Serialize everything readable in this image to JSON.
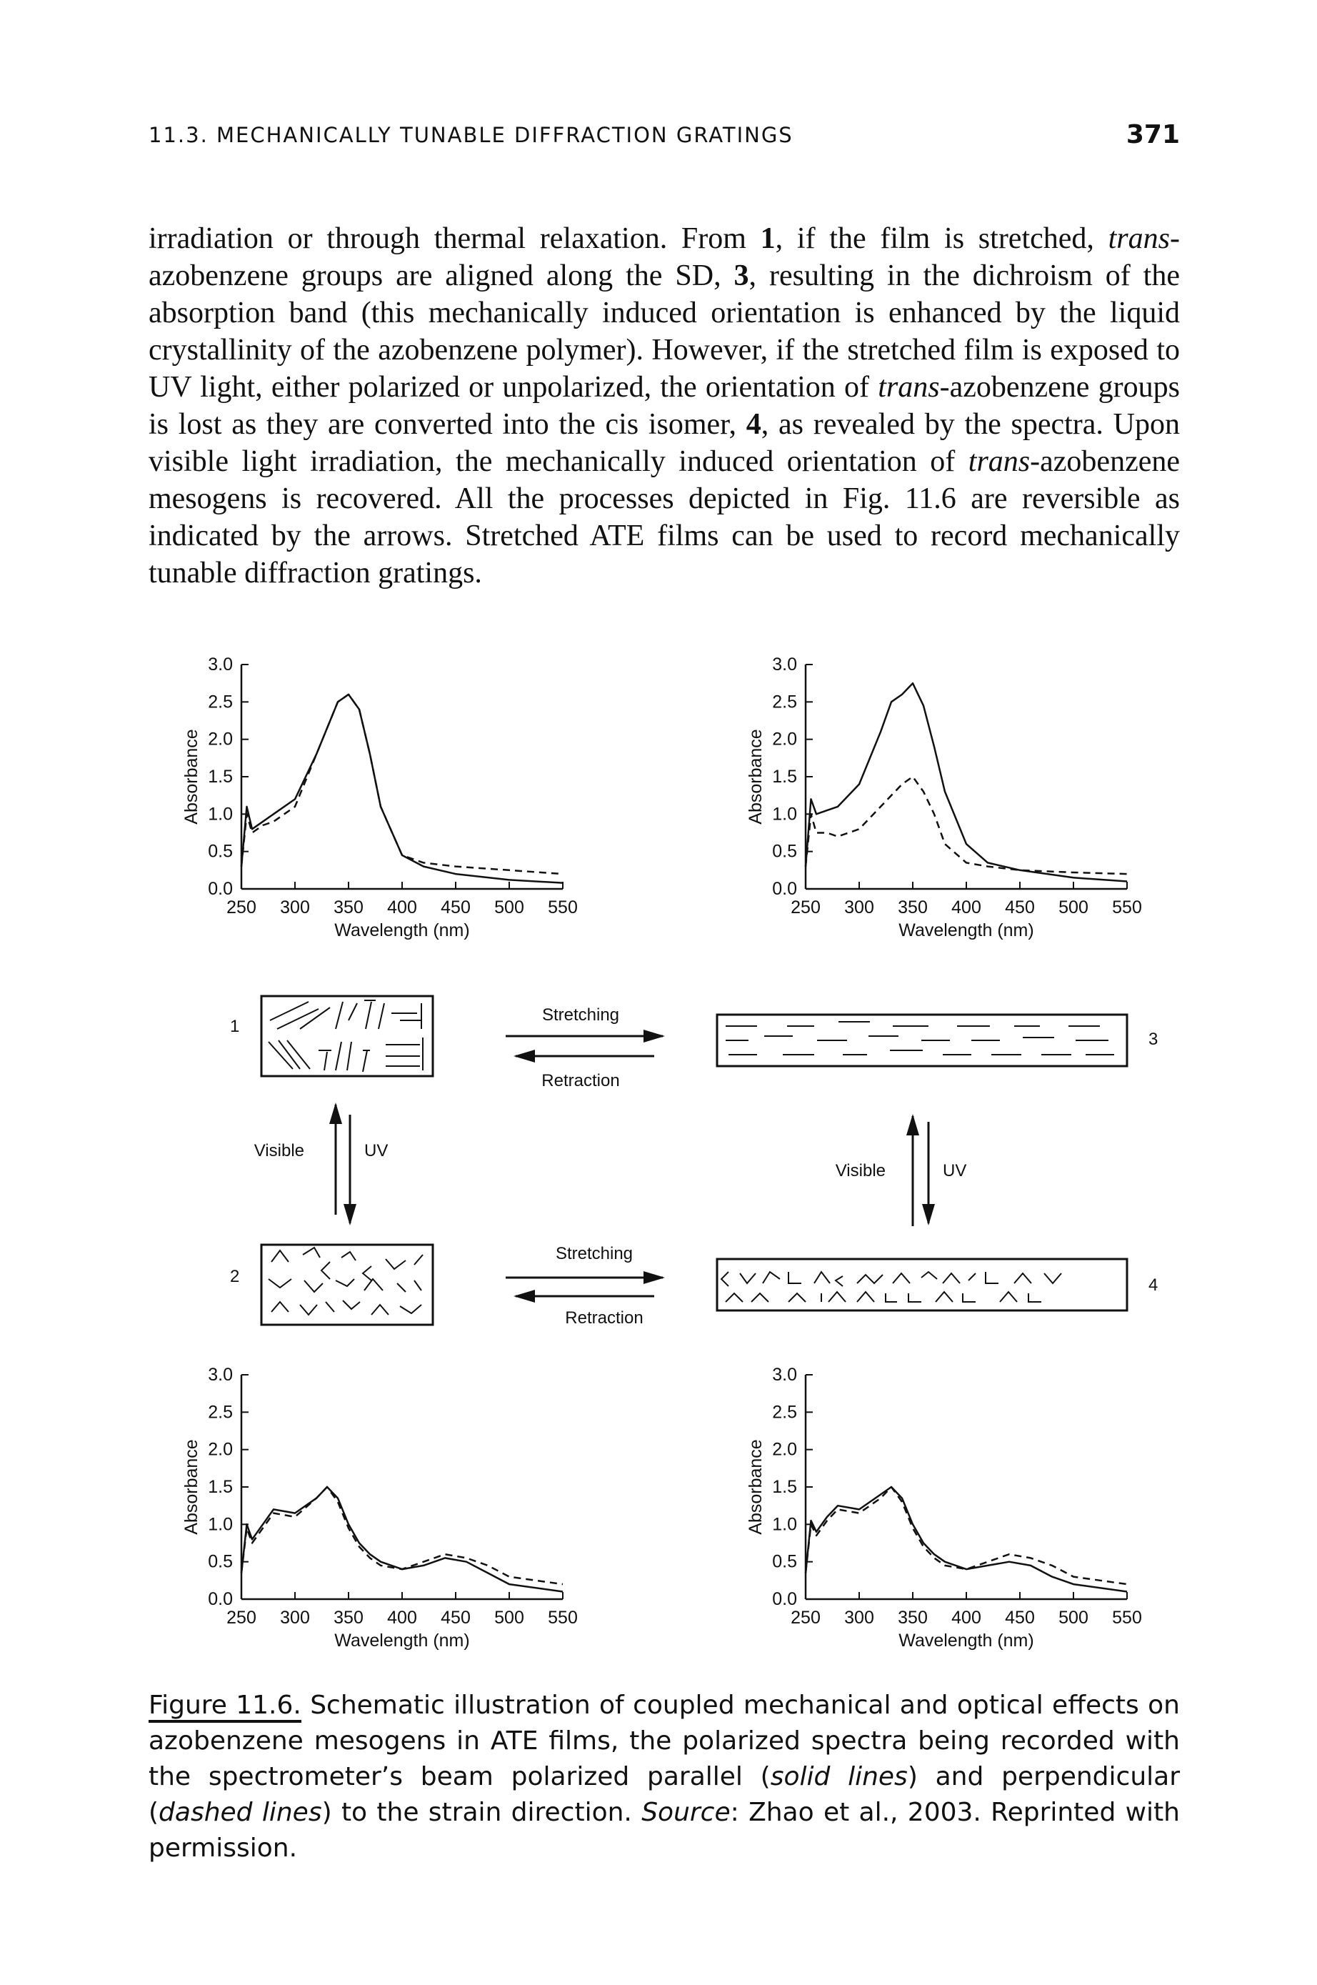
{
  "header": {
    "running_head": "11.3. MECHANICALLY TUNABLE DIFFRACTION GRATINGS",
    "page_number": "371"
  },
  "body": {
    "p1": "irradiation or through thermal relaxation. From ",
    "ref1": "1",
    "p2": ", if the film is stretched, ",
    "trans1": "trans",
    "p3": "-azobenzene groups are aligned along the SD, ",
    "ref3": "3",
    "p4": ", resulting in the dichroism of the absorption band (this mechanically induced orientation is enhanced by the liquid crystallinity of the azobenzene polymer). However, if the stretched film is exposed to UV light, either polarized or unpolarized, the orientation of ",
    "trans2": "trans",
    "p5": "-azobenzene groups is lost as they are converted into the cis isomer, ",
    "ref4": "4",
    "p6": ", as revealed by the spectra. Upon visible light irradiation, the mechanically induced orientation of ",
    "trans3": "trans",
    "p7": "-azobenzene mesogens is recovered. All the processes depicted in Fig. 11.6 are reversible as indicated by the arrows. Stretched ATE films can be used to record mechanically tunable diffraction gratings."
  },
  "figure": {
    "axis": {
      "ylabel": "Absorbance",
      "xlabel": "Wavelength (nm)",
      "yticks": [
        "3.0",
        "2.5",
        "2.0",
        "1.5",
        "1.0",
        "0.5",
        "0.0"
      ],
      "xticks": [
        "250",
        "300",
        "350",
        "400",
        "450",
        "500",
        "550"
      ]
    },
    "labels": {
      "stretching": "Stretching",
      "retraction": "Retraction",
      "visible": "Visible",
      "uv": "UV",
      "state1": "1",
      "state2": "2",
      "state3": "3",
      "state4": "4"
    }
  },
  "chart_data": [
    {
      "type": "line",
      "panel": "top-left",
      "xlabel": "Wavelength (nm)",
      "ylabel": "Absorbance",
      "xlim": [
        250,
        550
      ],
      "ylim": [
        0,
        3.0
      ],
      "series": [
        {
          "style": "solid",
          "x": [
            250,
            255,
            260,
            270,
            280,
            300,
            320,
            340,
            350,
            360,
            370,
            380,
            400,
            420,
            450,
            500,
            550
          ],
          "y": [
            0.3,
            1.1,
            0.8,
            0.9,
            1.0,
            1.2,
            1.8,
            2.5,
            2.6,
            2.4,
            1.8,
            1.1,
            0.45,
            0.3,
            0.2,
            0.12,
            0.08
          ]
        },
        {
          "style": "dashed",
          "x": [
            250,
            255,
            260,
            270,
            280,
            300,
            320,
            340,
            350,
            360,
            370,
            380,
            400,
            420,
            450,
            500,
            550
          ],
          "y": [
            0.3,
            1.0,
            0.75,
            0.85,
            0.9,
            1.1,
            1.8,
            2.5,
            2.6,
            2.4,
            1.8,
            1.1,
            0.45,
            0.35,
            0.3,
            0.25,
            0.2
          ]
        }
      ]
    },
    {
      "type": "line",
      "panel": "top-right",
      "xlabel": "Wavelength (nm)",
      "ylabel": "Absorbance",
      "xlim": [
        250,
        550
      ],
      "ylim": [
        0,
        3.0
      ],
      "series": [
        {
          "style": "solid",
          "x": [
            250,
            255,
            260,
            270,
            280,
            300,
            320,
            330,
            340,
            350,
            355,
            360,
            370,
            380,
            400,
            420,
            450,
            500,
            550
          ],
          "y": [
            0.3,
            1.2,
            1.0,
            1.05,
            1.1,
            1.4,
            2.1,
            2.5,
            2.6,
            2.75,
            2.6,
            2.45,
            1.9,
            1.3,
            0.6,
            0.35,
            0.25,
            0.15,
            0.1
          ]
        },
        {
          "style": "dashed",
          "x": [
            250,
            255,
            260,
            270,
            280,
            300,
            320,
            340,
            350,
            360,
            370,
            380,
            400,
            420,
            450,
            500,
            550
          ],
          "y": [
            0.3,
            1.0,
            0.75,
            0.75,
            0.7,
            0.8,
            1.1,
            1.4,
            1.5,
            1.3,
            1.0,
            0.6,
            0.35,
            0.3,
            0.25,
            0.22,
            0.2
          ]
        }
      ]
    },
    {
      "type": "line",
      "panel": "bottom-left",
      "xlabel": "Wavelength (nm)",
      "ylabel": "Absorbance",
      "xlim": [
        250,
        550
      ],
      "ylim": [
        0,
        3.0
      ],
      "series": [
        {
          "style": "solid",
          "x": [
            250,
            255,
            260,
            270,
            280,
            300,
            320,
            330,
            340,
            350,
            360,
            370,
            380,
            400,
            420,
            440,
            460,
            480,
            500,
            550
          ],
          "y": [
            0.35,
            1.0,
            0.8,
            1.0,
            1.2,
            1.15,
            1.35,
            1.5,
            1.35,
            1.0,
            0.75,
            0.6,
            0.5,
            0.4,
            0.45,
            0.55,
            0.5,
            0.35,
            0.2,
            0.1
          ]
        },
        {
          "style": "dashed",
          "x": [
            250,
            255,
            260,
            270,
            280,
            300,
            320,
            330,
            340,
            350,
            360,
            370,
            380,
            400,
            420,
            440,
            460,
            480,
            500,
            550
          ],
          "y": [
            0.35,
            0.95,
            0.75,
            0.95,
            1.15,
            1.1,
            1.35,
            1.5,
            1.3,
            0.95,
            0.7,
            0.55,
            0.45,
            0.4,
            0.5,
            0.6,
            0.55,
            0.45,
            0.3,
            0.2
          ]
        }
      ]
    },
    {
      "type": "line",
      "panel": "bottom-right",
      "xlabel": "Wavelength (nm)",
      "ylabel": "Absorbance",
      "xlim": [
        250,
        550
      ],
      "ylim": [
        0,
        3.0
      ],
      "series": [
        {
          "style": "solid",
          "x": [
            250,
            255,
            260,
            270,
            280,
            300,
            320,
            330,
            340,
            350,
            360,
            370,
            380,
            400,
            420,
            440,
            460,
            480,
            500,
            550
          ],
          "y": [
            0.35,
            1.05,
            0.9,
            1.1,
            1.25,
            1.2,
            1.4,
            1.5,
            1.35,
            1.0,
            0.75,
            0.6,
            0.5,
            0.4,
            0.45,
            0.5,
            0.45,
            0.3,
            0.2,
            0.1
          ]
        },
        {
          "style": "dashed",
          "x": [
            250,
            255,
            260,
            270,
            280,
            300,
            320,
            330,
            340,
            350,
            360,
            370,
            380,
            400,
            420,
            440,
            460,
            480,
            500,
            550
          ],
          "y": [
            0.35,
            1.0,
            0.85,
            1.05,
            1.2,
            1.15,
            1.35,
            1.5,
            1.3,
            0.95,
            0.7,
            0.55,
            0.45,
            0.4,
            0.5,
            0.6,
            0.55,
            0.45,
            0.3,
            0.2
          ]
        }
      ]
    }
  ],
  "caption": {
    "label": "Figure 11.6.",
    "t1": " Schematic illustration of coupled mechanical and optical effects on azobenzene mesogens in ATE films, the polarized spectra being recorded with the spectrometer’s beam polarized parallel (",
    "solid": "solid lines",
    "t2": ") and perpendicular (",
    "dashed": "dashed lines",
    "t3": ") to the strain direction. ",
    "source": "Source",
    "t4": ": Zhao et al., 2003. Reprinted with permission."
  }
}
